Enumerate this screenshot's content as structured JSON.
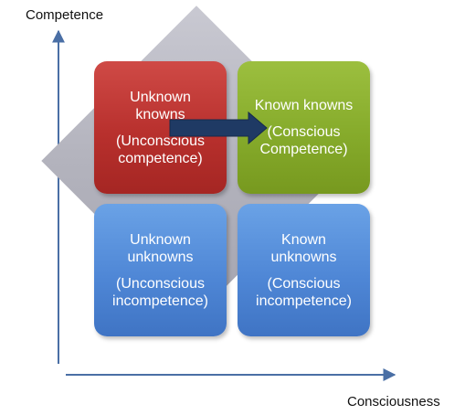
{
  "axes": {
    "y_label": "Competence",
    "x_label": "Consciousness"
  },
  "quadrants": {
    "top_left": {
      "title_1": "Unknown",
      "title_2": "knowns",
      "sub_1": "(Unconscious",
      "sub_2": "competence)"
    },
    "top_right": {
      "title_1": "Known knowns",
      "sub_1": "(Conscious",
      "sub_2": "Competence)"
    },
    "bottom_left": {
      "title_1": "Unknown",
      "title_2": "unknowns",
      "sub_1": "(Unconscious",
      "sub_2": "incompetence)"
    },
    "bottom_right": {
      "title_1": "Known",
      "title_2": "unknowns",
      "sub_1": "(Conscious",
      "sub_2": "incompetence)"
    }
  },
  "colors": {
    "axis": "#4a6fa5",
    "arrow": "#1f3a64",
    "red": "#b8302d",
    "green": "#86ab2b",
    "blue": "#4f87d6",
    "diamond": "#b3b3bd"
  }
}
